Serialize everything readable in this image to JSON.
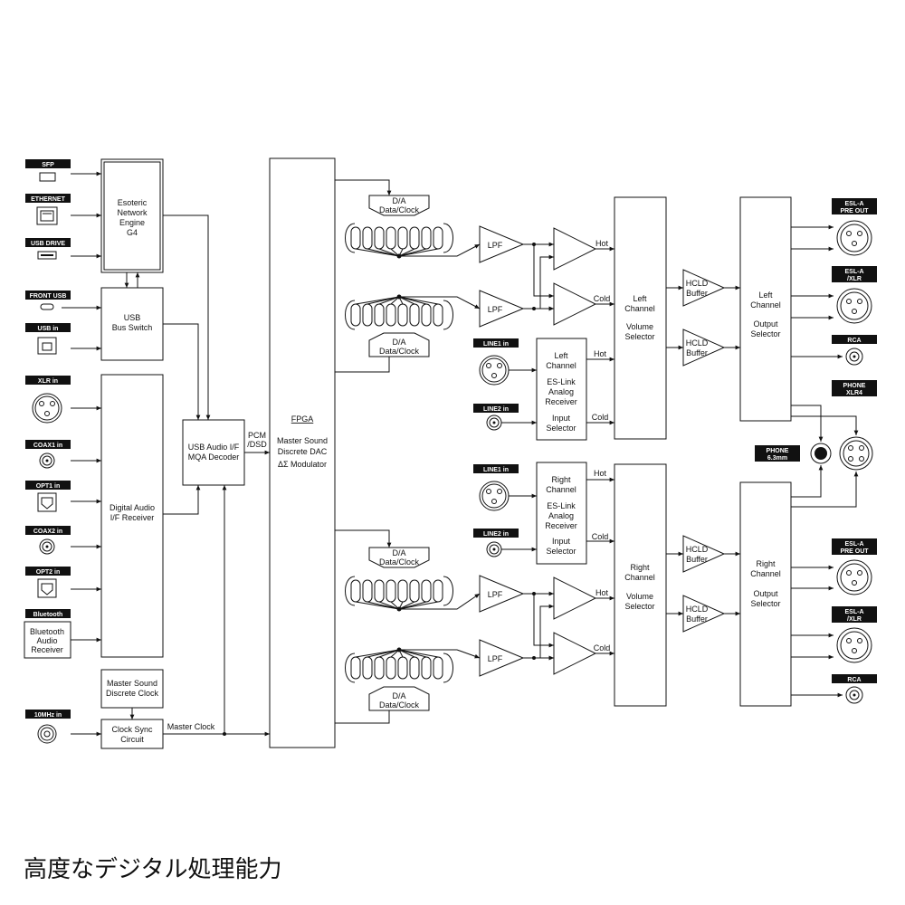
{
  "caption": "高度なデジタル処理能力",
  "inputs": {
    "sfp": "SFP",
    "ethernet": "ETHERNET",
    "usb_drive": "USB DRIVE",
    "front_usb": "FRONT USB",
    "usb_in": "USB in",
    "xlr_in": "XLR in",
    "coax1_in": "COAX1 in",
    "opt1_in": "OPT1 in",
    "coax2_in": "COAX2 in",
    "opt2_in": "OPT2 in",
    "bluetooth": "Bluetooth",
    "ten_mhz_in": "10MHz in"
  },
  "blocks": {
    "network_engine": [
      "Esoteric",
      "Network",
      "Engine",
      "G4"
    ],
    "usb_bus_switch": [
      "USB",
      "Bus Switch"
    ],
    "digital_audio_receiver": [
      "Digital Audio",
      "I/F Receiver"
    ],
    "bluetooth_receiver": [
      "Bluetooth",
      "Audio",
      "Receiver"
    ],
    "master_sound_clock": [
      "Master Sound",
      "Discrete Clock"
    ],
    "clock_sync": [
      "Clock Sync",
      "Circuit"
    ],
    "usb_audio_if": [
      "USB Audio I/F",
      "MQA Decoder"
    ],
    "pcm_dsd": [
      "PCM",
      "/DSD"
    ],
    "master_clock": "Master Clock",
    "fpga_title": "FPGA",
    "fpga_lines": [
      "Master Sound",
      "Discrete DAC",
      "ΔΣ Modulator"
    ],
    "da_clock": [
      "D/A",
      "Data/Clock"
    ],
    "lpf": "LPF",
    "hot": "Hot",
    "cold": "Cold",
    "left_receiver": [
      "Left",
      "Channel",
      "",
      "ES-Link",
      "Analog",
      "Receiver",
      "",
      "Input",
      "Selector"
    ],
    "right_receiver": [
      "Right",
      "Channel",
      "",
      "ES-Link",
      "Analog",
      "Receiver",
      "",
      "Input",
      "Selector"
    ],
    "left_volume": [
      "Left",
      "Channel",
      "",
      "Volume",
      "Selector"
    ],
    "right_volume": [
      "Right",
      "Channel",
      "",
      "Volume",
      "Selector"
    ],
    "hcld": [
      "HCLD",
      "Buffer"
    ],
    "left_output": [
      "Left",
      "Channel",
      "",
      "Output",
      "Selector"
    ],
    "right_output": [
      "Right",
      "Channel",
      "",
      "Output",
      "Selector"
    ]
  },
  "analog_inputs": {
    "line1_in": "LINE1 in",
    "line2_in": "LINE2 in"
  },
  "outputs": {
    "esl_pre_out": [
      "ESL-A",
      "PRE OUT"
    ],
    "esl_xlr": [
      "ESL-A",
      "/XLR"
    ],
    "rca": "RCA",
    "phone_xlr4": [
      "PHONE",
      "XLR4"
    ],
    "phone_63": [
      "PHONE",
      "6.3mm"
    ]
  }
}
